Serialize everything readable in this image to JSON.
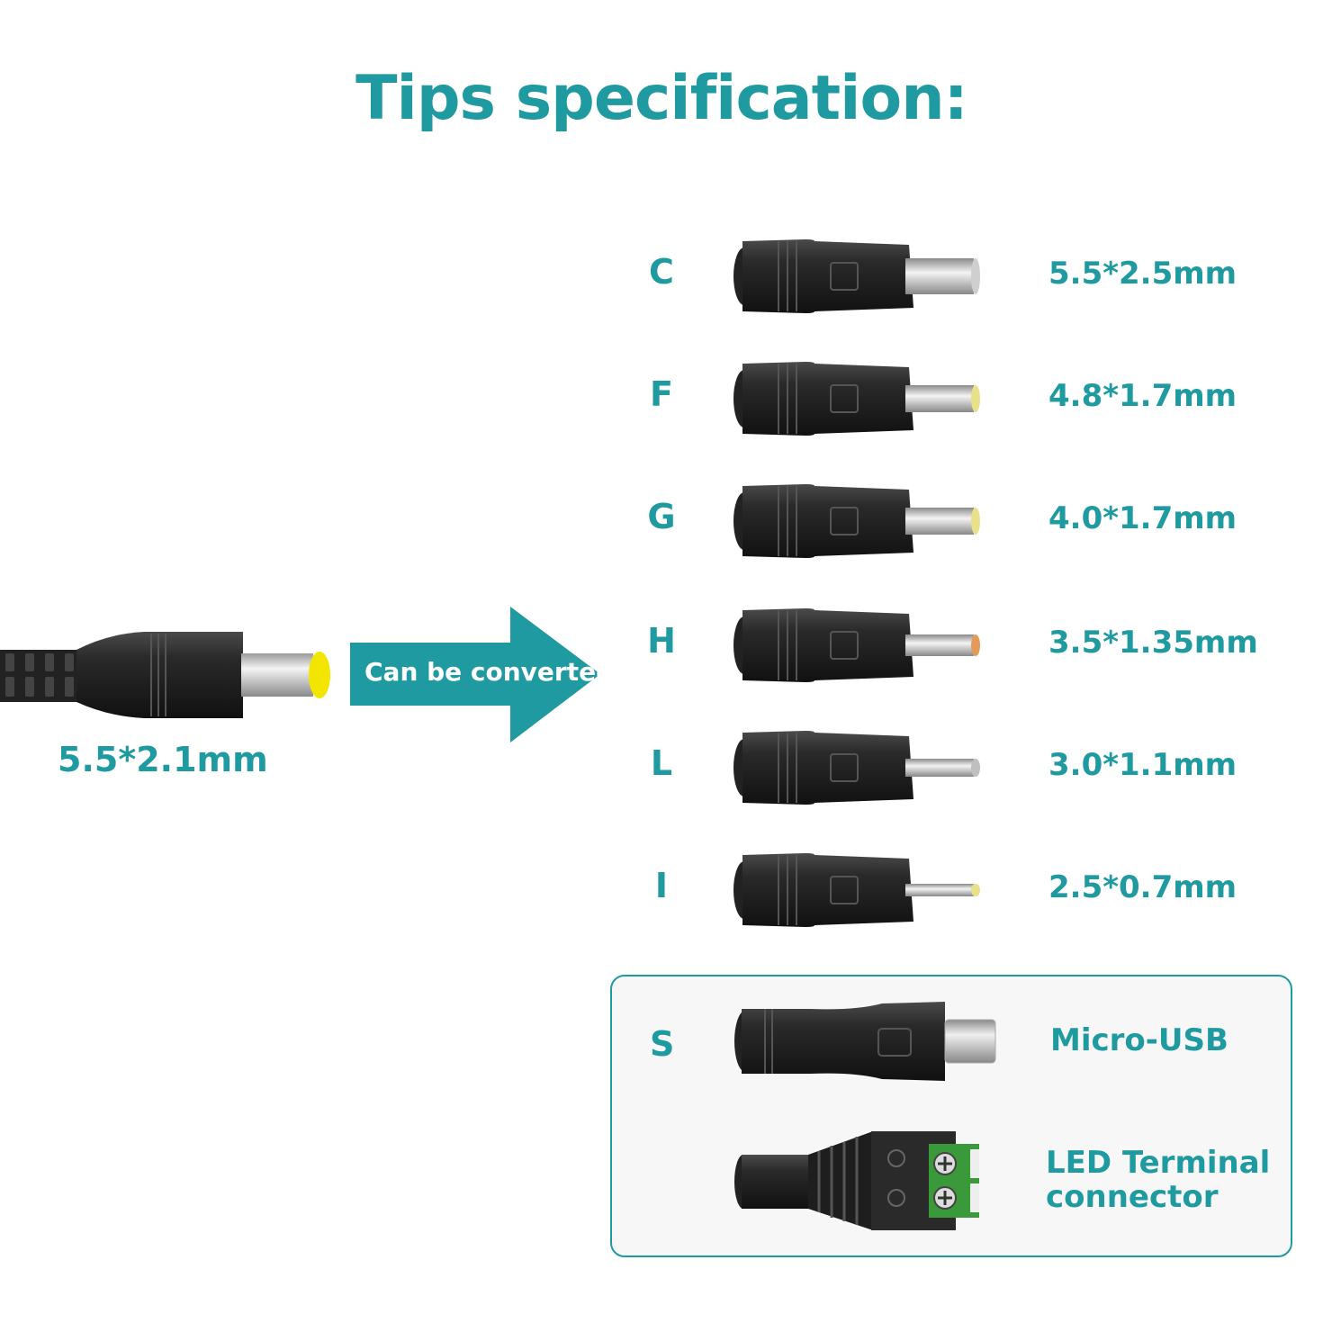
{
  "title": "Tips specification:",
  "main_connector": {
    "spec": "5.5*2.1mm"
  },
  "arrow": {
    "label": "Can be converted"
  },
  "tips": [
    {
      "letter": "C",
      "spec": "5.5*2.5mm",
      "tip_color": "#cfcfcf"
    },
    {
      "letter": "F",
      "spec": "4.8*1.7mm",
      "tip_color": "#e8e08a"
    },
    {
      "letter": "G",
      "spec": "4.0*1.7mm",
      "tip_color": "#e8e08a"
    },
    {
      "letter": "H",
      "spec": "3.5*1.35mm",
      "tip_color": "#e39a5a"
    },
    {
      "letter": "L",
      "spec": "3.0*1.1mm",
      "tip_color": "#bfbfbf"
    },
    {
      "letter": "I",
      "spec": "2.5*0.7mm",
      "tip_color": "#e8e08a"
    }
  ],
  "special": {
    "letter": "S",
    "micro_usb_label": "Micro-USB",
    "led_label_line1": "LED  Terminal",
    "led_label_line2": "connector",
    "terminal_color": "#3a9a3a"
  },
  "colors": {
    "accent": "#1f9aa0",
    "plug_body": "#1e1e1e",
    "main_tip": "#f2e600"
  }
}
